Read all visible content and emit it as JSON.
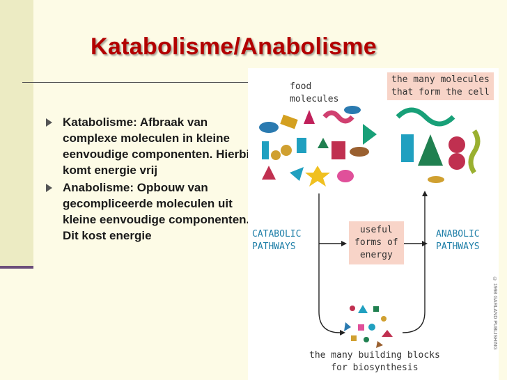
{
  "slide": {
    "title": "Katabolisme/Anabolisme",
    "bullets": [
      "Katabolisme: Afbraak van complexe moleculen in kleine eenvoudige componenten. Hierbij komt energie vrij",
      "Anabolisme: Opbouw van gecompliceerde moleculen uit kleine eenvoudige componenten. Dit kost energie"
    ]
  },
  "figure": {
    "food_label": "food\nmolecules",
    "cell_label": "the many molecules\nthat form the cell",
    "catabolic_label": "CATABOLIC\nPATHWAYS",
    "anabolic_label": "ANABOLIC\nPATHWAYS",
    "energy_label": "useful\nforms of\nenergy",
    "blocks_label": "the many building blocks\nfor biosynthesis",
    "credit": "© 1998 GARLAND PUBLISHING"
  },
  "colors": {
    "title": "#b30000",
    "sidebar_light": "#ecebc3",
    "sidebar_dark": "#6b4e7a",
    "label_highlight": "#f8d4c8",
    "pathway_text": "#1f7fa8"
  }
}
